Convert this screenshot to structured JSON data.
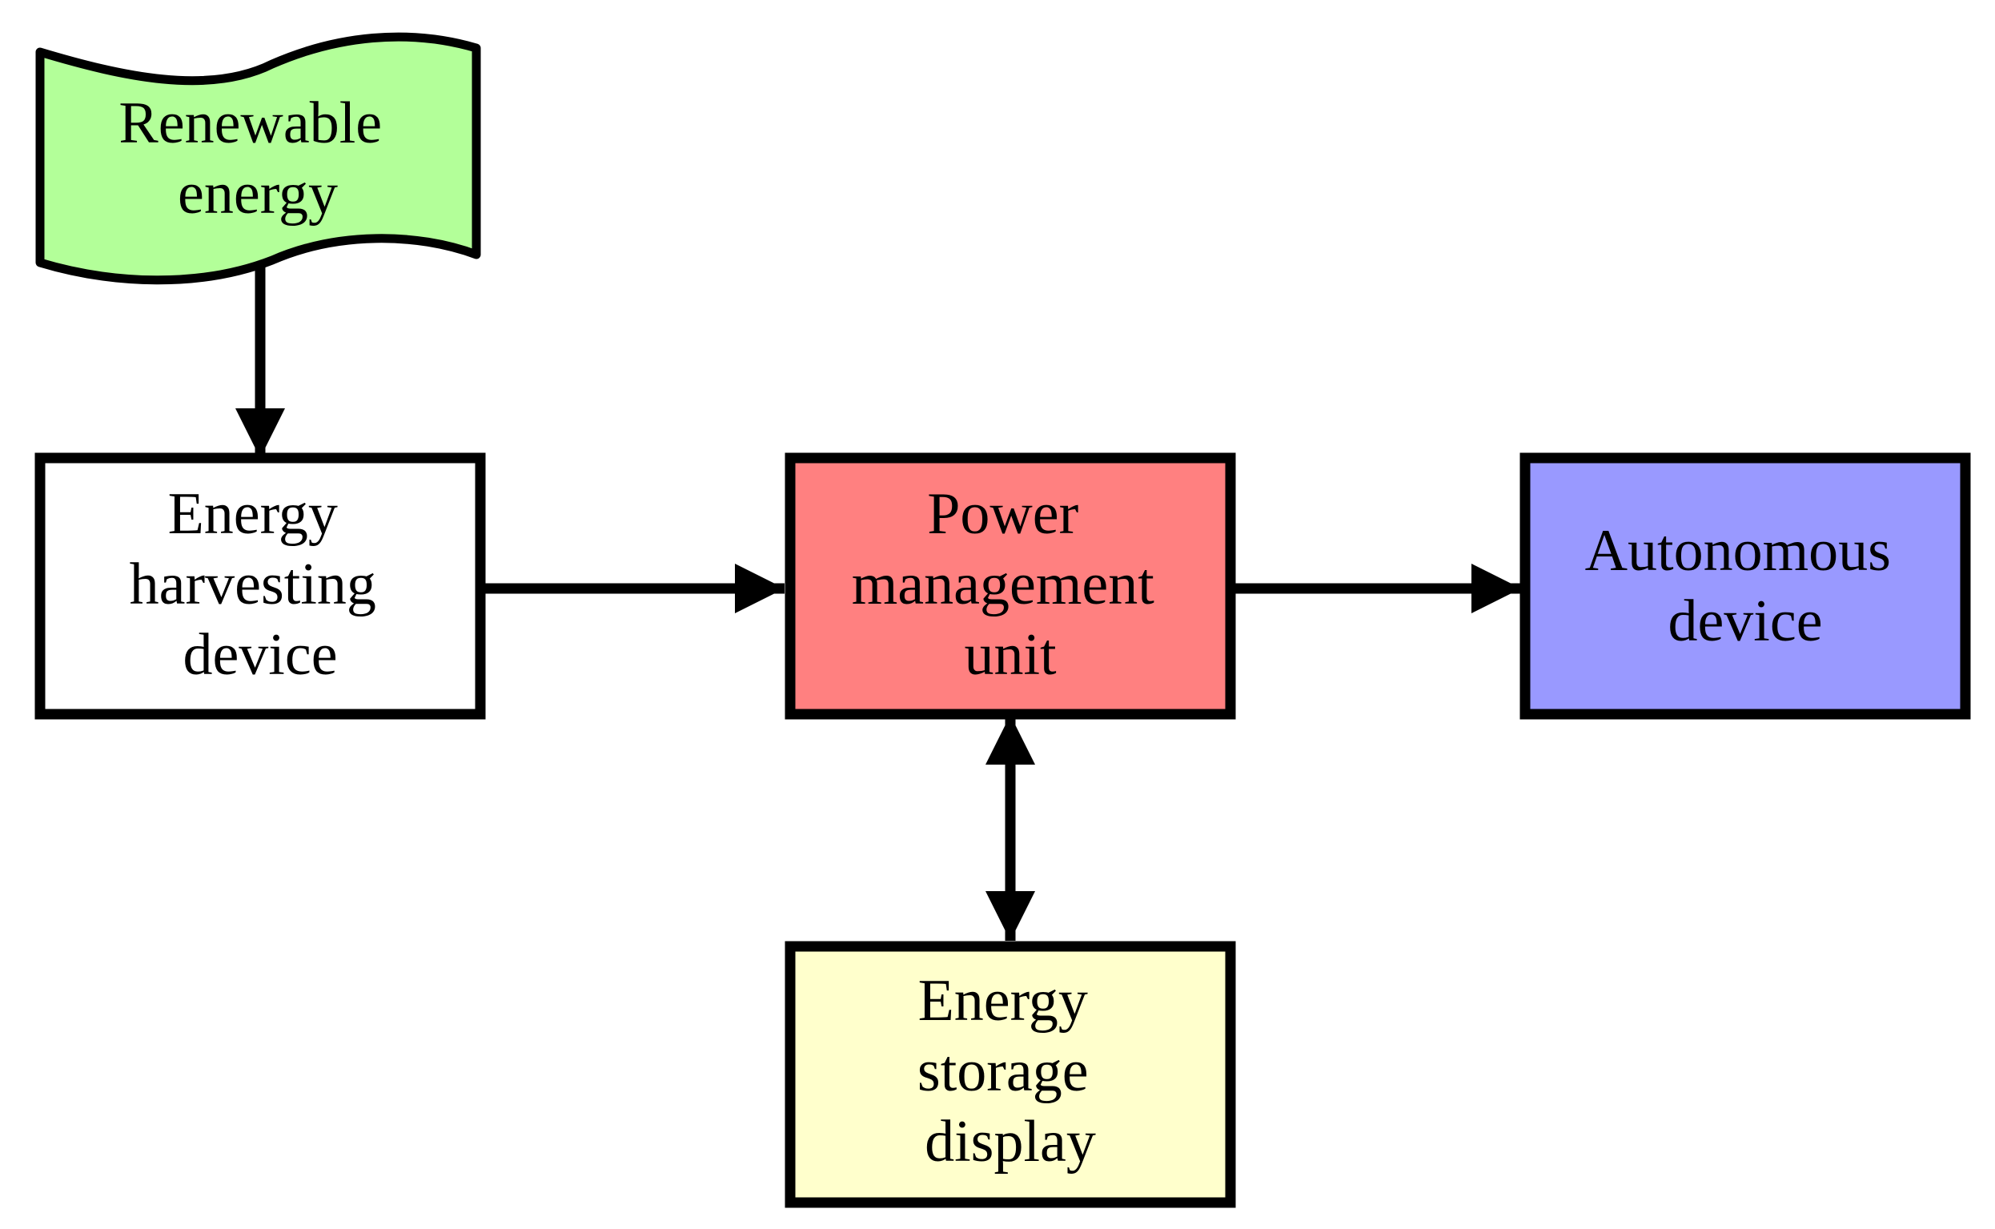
{
  "diagram": {
    "nodes": {
      "renewable": {
        "lines": [
          "Renewable",
          "energy"
        ],
        "fill": "#b3ff99"
      },
      "harvesting": {
        "lines": [
          "Energy",
          "harvesting",
          "device"
        ],
        "fill": "#ffffff"
      },
      "pmu": {
        "lines": [
          "Power",
          "management",
          "unit"
        ],
        "fill": "#ff8080"
      },
      "autonomous": {
        "lines": [
          "Autonomous",
          "device"
        ],
        "fill": "#9999ff"
      },
      "storage": {
        "lines": [
          "Energy",
          "storage",
          "display"
        ],
        "fill": "#ffffcc"
      }
    },
    "edges": [
      {
        "from": "renewable",
        "to": "harvesting",
        "direction": "one-way"
      },
      {
        "from": "harvesting",
        "to": "pmu",
        "direction": "one-way"
      },
      {
        "from": "pmu",
        "to": "autonomous",
        "direction": "one-way"
      },
      {
        "from": "pmu",
        "to": "storage",
        "direction": "two-way"
      }
    ],
    "stroke_color": "#000000"
  }
}
